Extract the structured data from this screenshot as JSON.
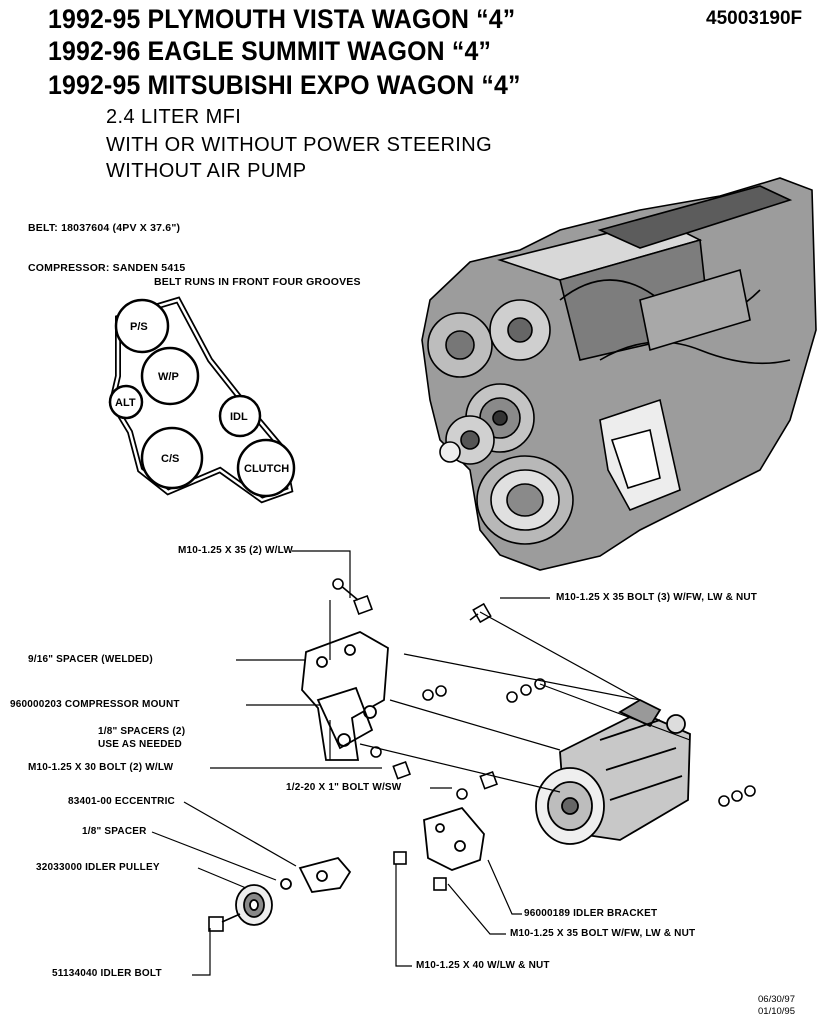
{
  "header": {
    "line1": "1992-95 PLYMOUTH VISTA WAGON “4”",
    "line2": "1992-96 EAGLE SUMMIT WAGON “4”",
    "line3": "1992-95 MITSUBISHI EXPO WAGON “4”",
    "part_number": "45003190F"
  },
  "subtitle": {
    "engine": "2.4 LITER   MFI",
    "steering": "WITH OR WITHOUT POWER STEERING",
    "air_pump": "WITHOUT AIR PUMP"
  },
  "specs": {
    "belt": "BELT:  18037604 (4PV X 37.6\")",
    "compressor": "COMPRESSOR:  SANDEN 5415",
    "belt_note": "BELT RUNS IN FRONT FOUR GROOVES"
  },
  "pulleys": {
    "ps": "P/S",
    "wp": "W/P",
    "alt": "ALT",
    "idl": "IDL",
    "cs": "C/S",
    "clutch": "CLUTCH"
  },
  "callouts": {
    "bolt_top": "M10-1.25 X 35 (2) W/LW",
    "bolt_right": "M10-1.25 X 35 BOLT (3) W/FW, LW & NUT",
    "spacer_welded": "9/16\" SPACER (WELDED)",
    "compressor_mount": "960000203 COMPRESSOR MOUNT",
    "spacers_1": "1/8\" SPACERS (2)",
    "spacers_2": "USE AS NEEDED",
    "bolt_m10_30": "M10-1.25 X 30 BOLT (2) W/LW",
    "bolt_half": "1/2-20 X 1\" BOLT W/SW",
    "eccentric": "83401-00 ECCENTRIC",
    "spacer_eighth": "1/8\" SPACER",
    "idler_pulley": "32033000 IDLER PULLEY",
    "idler_bracket": "96000189 IDLER BRACKET",
    "bolt_m10_35_fw": "M10-1.25 X 35 BOLT W/FW, LW & NUT",
    "bolt_m10_40": "M10-1.25 X 40 W/LW & NUT",
    "idler_bolt": "51134040 IDLER BOLT"
  },
  "footer": {
    "date1": "06/30/97",
    "date2": "01/10/95"
  }
}
